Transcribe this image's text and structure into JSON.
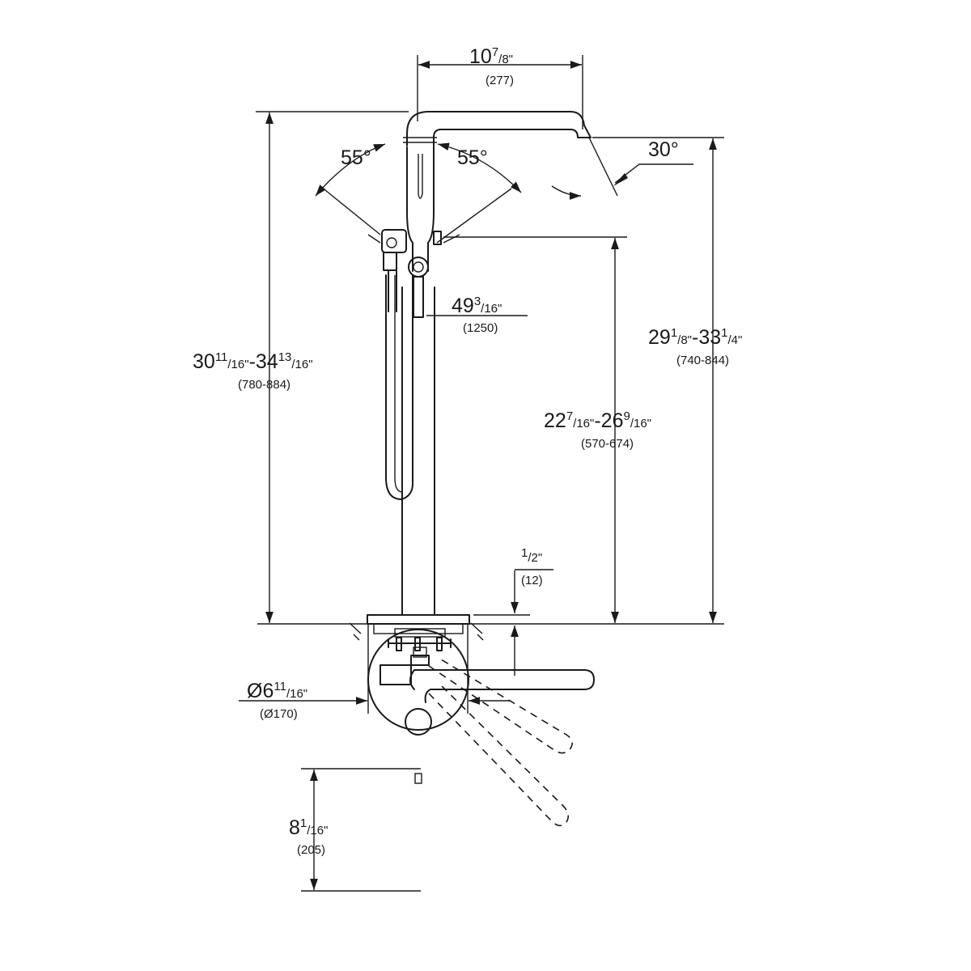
{
  "dimensions": {
    "spout_reach": {
      "whole": "10",
      "num": "7",
      "den": "/8\"",
      "mm": "(277)"
    },
    "handle_left_angle": "55°",
    "handle_right_angle": "55°",
    "spout_angle": "30°",
    "hose_length": {
      "whole": "49",
      "num": "3",
      "den": "/16\"",
      "mm": "(1250)"
    },
    "overall_height": {
      "whole1": "30",
      "num1": "11",
      "den1": "/16\"",
      "mid": "-34",
      "num2": "13",
      "den2": "/16\"",
      "mm": "(780-884)"
    },
    "spout_height": {
      "whole1": "29",
      "num1": "1",
      "den1": "/8\"",
      "mid": "-33",
      "num2": "1",
      "den2": "/4\"",
      "mm": "(740-844)"
    },
    "handle_height": {
      "whole1": "22",
      "num1": "7",
      "den1": "/16\"",
      "mid": "-26",
      "num2": "9",
      "den2": "/16\"",
      "mm": "(570-674)"
    },
    "base_thickness": {
      "num": "1",
      "den": "/2\"",
      "mm": "(12)"
    },
    "base_diameter": {
      "whole": "Ø6",
      "num": "11",
      "den": "/16\"",
      "mm": "(Ø170)"
    },
    "plan_depth": {
      "whole": "8",
      "num": "1",
      "den": "/16\"",
      "mm": "(205)"
    }
  }
}
